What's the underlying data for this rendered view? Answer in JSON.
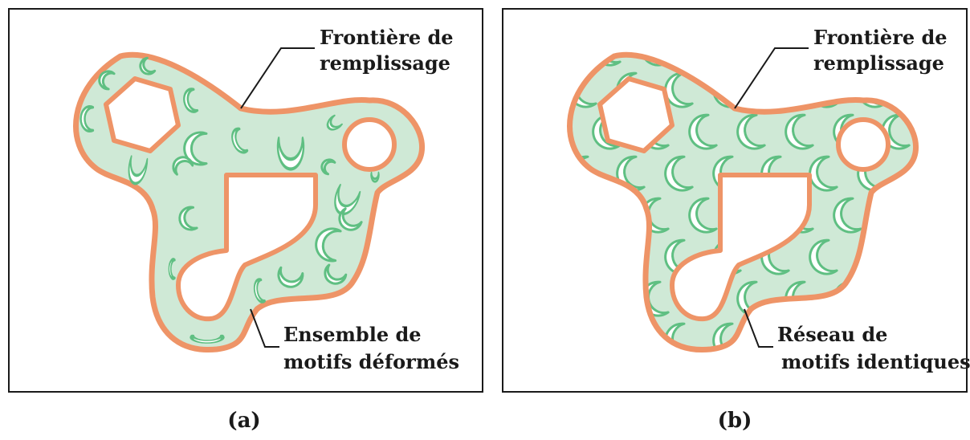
{
  "colors": {
    "boundary": "#ee9467",
    "fill": "#cfe9d6",
    "motif_stroke": "#5fbf82",
    "motif_fill": "#ffffff",
    "frame": "#1a1a1a",
    "text": "#1a1a1a"
  },
  "panels": [
    {
      "id": "a",
      "caption": "(a)",
      "boundary_label": [
        "Frontière de",
        "remplissage"
      ],
      "motif_label": [
        "Ensemble de",
        "motifs déformés"
      ]
    },
    {
      "id": "b",
      "caption": "(b)",
      "boundary_label": [
        "Frontière de",
        "remplissage"
      ],
      "motif_label": [
        "Réseau de",
        "motifs identiques"
      ]
    }
  ]
}
